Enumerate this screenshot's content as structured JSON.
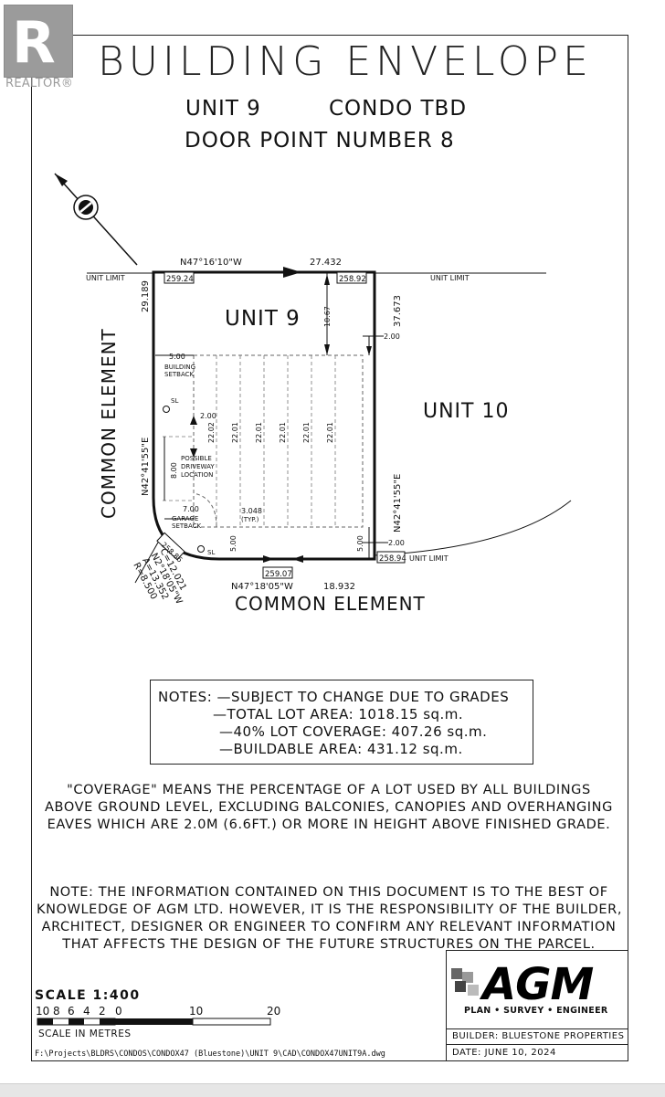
{
  "logo": {
    "realtor_mark": "R",
    "realtor_text": "REALTOR®"
  },
  "header": {
    "title": "BUILDING ENVELOPE",
    "unit": "UNIT 9",
    "condo": "CONDO TBD",
    "door_point": "DOOR POINT NUMBER 8"
  },
  "plan": {
    "unit_label": "UNIT 9",
    "neighbor_label": "UNIT 10",
    "common_left": "COMMON ELEMENT",
    "common_bottom": "COMMON ELEMENT",
    "unit_limit": "UNIT LIMIT",
    "bearing_top": "N47°16'10\"W",
    "dist_top": "27.432",
    "bearing_left": "N42°41'55\"E",
    "dist_left": "29.189",
    "bearing_right": "N42°41'55\"E",
    "dist_right": "37.673",
    "bearing_bottom": "N47°18'05\"W",
    "dist_bottom": "18.932",
    "elev_tl": "259.24",
    "elev_tr": "258.92",
    "elev_br": "258.94",
    "elev_bm": "259.07",
    "elev_bl": "258.86",
    "setback_front": "10.67",
    "setback_side_right": "2.00",
    "setback_side_right_2": "2.00",
    "setback_left": "5.00",
    "building_setback": "BUILDING",
    "building_setback_2": "SETBACK",
    "garage_setback_val": "7.00",
    "garage_setback": "GARAGE",
    "garage_setback_2": "SETBACK",
    "driveway_1": "POSSIBLE",
    "driveway_2": "DRIVEWAY",
    "driveway_3": "LOCATION",
    "driveway_width": "8.00",
    "driveway_offset": "2.00",
    "lot_depths": [
      "22.02",
      "22.01",
      "22.01",
      "22.01",
      "22.01",
      "22.01"
    ],
    "typ_width": "3.048",
    "typ": "(TYP.)",
    "rear_left": "5.00",
    "rear_right": "5.00",
    "sl": "SL",
    "curve_r": "R=8.500",
    "curve_a": "A=13.352",
    "curve_b": "N2°18'05\"W",
    "curve_c": "C=12.021"
  },
  "notes": {
    "line1": "NOTES:  —SUBJECT TO CHANGE DUE TO GRADES",
    "line2": "—TOTAL LOT AREA: 1018.15 sq.m.",
    "line3": "—40% LOT COVERAGE: 407.26 sq.m.",
    "line4": "—BUILDABLE AREA: 431.12 sq.m."
  },
  "coverage_text": [
    "\"COVERAGE\" MEANS THE PERCENTAGE OF A LOT USED BY ALL BUILDINGS",
    "ABOVE GROUND LEVEL, EXCLUDING BALCONIES, CANOPIES AND OVERHANGING",
    "EAVES WHICH ARE 2.0M (6.6FT.) OR MORE IN HEIGHT ABOVE FINISHED GRADE."
  ],
  "disclaimer": [
    "NOTE: THE INFORMATION CONTAINED ON THIS DOCUMENT IS TO THE BEST OF",
    "KNOWLEDGE OF AGM LTD. HOWEVER, IT IS THE RESPONSIBILITY OF THE BUILDER,",
    "ARCHITECT, DESIGNER OR ENGINEER TO CONFIRM ANY RELEVANT INFORMATION",
    "THAT AFFECTS THE DESIGN OF THE FUTURE STRUCTURES ON THE PARCEL."
  ],
  "scale": {
    "label": "SCALE 1:400",
    "ticks": [
      "10",
      "8",
      "6",
      "4",
      "2",
      "0",
      "10",
      "20"
    ],
    "units": "SCALE IN METRES"
  },
  "file_path": "F:\\Projects\\BLDRS\\CONDOS\\CONDOX47 (Bluestone)\\UNIT 9\\CAD\\CONDOX47UNIT9A.dwg",
  "company": {
    "name": "AGM",
    "tagline": "PLAN • SURVEY • ENGINEER",
    "builder": "BUILDER: BLUESTONE PROPERTIES",
    "date": "DATE: JUNE 10, 2024"
  },
  "colors": {
    "line": "#111111",
    "logo_grey": "#9b9b9b"
  }
}
